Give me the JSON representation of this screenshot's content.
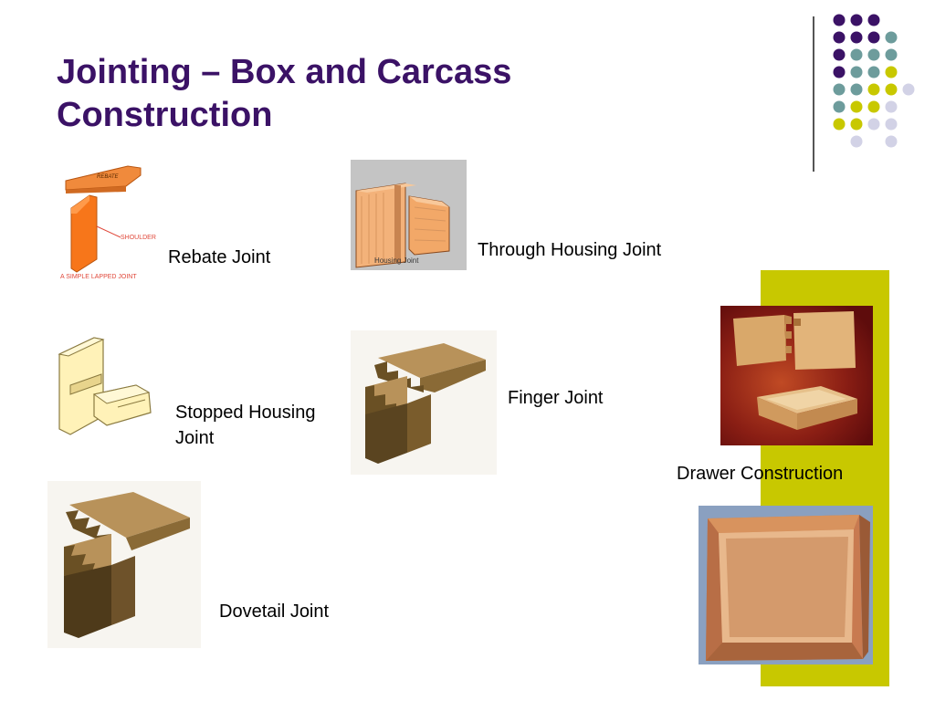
{
  "slide": {
    "title_line1": "Jointing – Box and Carcass",
    "title_line2": "Construction",
    "colors": {
      "title": "#3b1266",
      "accent_band": "#c8c800",
      "dot_purple": "#3b1266",
      "dot_teal": "#6d9c9c",
      "dot_yellow": "#c8c800",
      "dot_lavender": "#d2d2e6"
    }
  },
  "captions": {
    "rebate": "Rebate Joint",
    "through_housing": "Through Housing Joint",
    "stopped_housing_line1": "Stopped Housing",
    "stopped_housing_line2": "Joint",
    "finger": "Finger Joint",
    "drawer": "Drawer Construction",
    "dovetail": "Dovetail Joint"
  },
  "image_labels": {
    "rebate_top": "REBATE",
    "rebate_shoulder": "SHOULDER",
    "rebate_caption": "A SIMPLE LAPPED JOINT",
    "housing": "Housing Joint"
  }
}
